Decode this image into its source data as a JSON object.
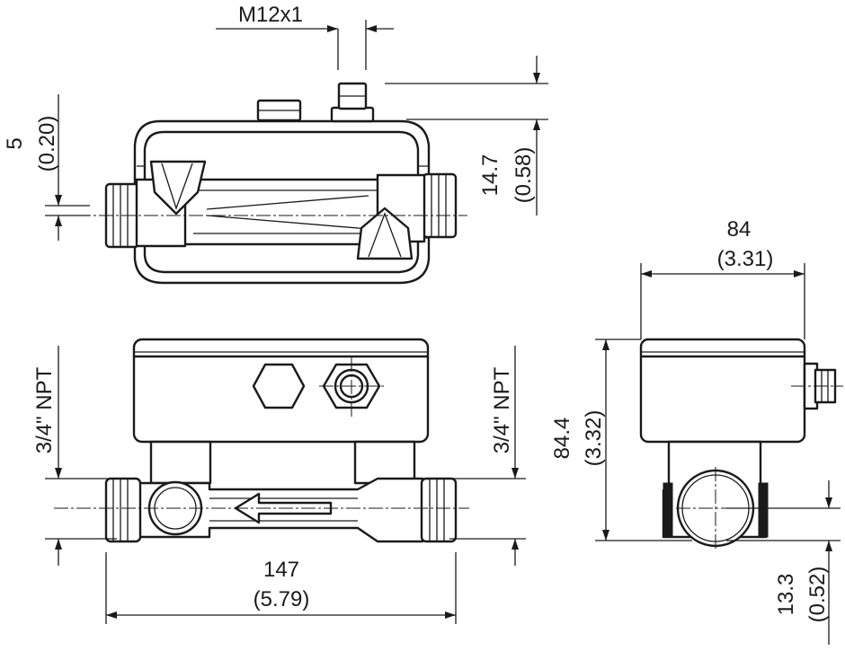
{
  "thread_label": "M12x1",
  "dim_offset": {
    "mm": "5",
    "inch": "(0.20)"
  },
  "dim_connector_height": {
    "mm": "14.7",
    "inch": "(0.58)"
  },
  "dim_side_width": {
    "mm": "84",
    "inch": "(3.31)"
  },
  "dim_pipe_thread_left": "3/4\" NPT",
  "dim_pipe_thread_right": "3/4\" NPT",
  "dim_total_height": {
    "mm": "84.4",
    "inch": "(3.32)"
  },
  "dim_length": {
    "mm": "147",
    "inch": "(5.79)"
  },
  "dim_pipe_axis_height": {
    "mm": "13.3",
    "inch": "(0.52)"
  }
}
